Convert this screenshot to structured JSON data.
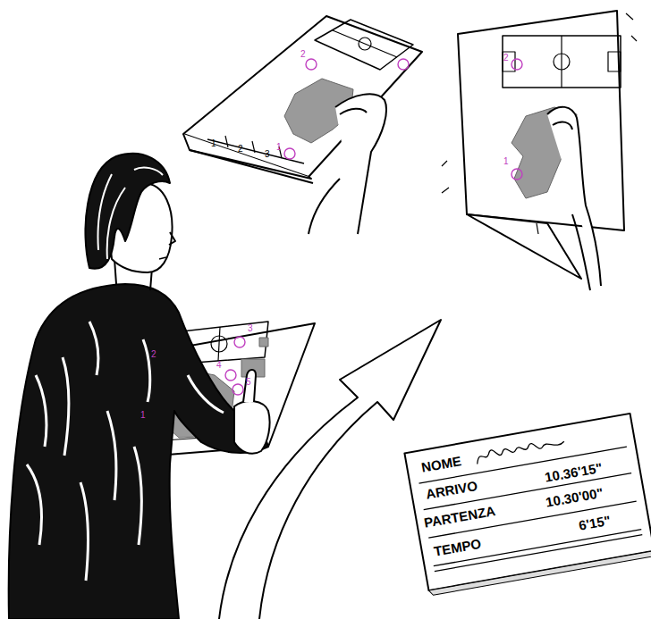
{
  "diagram": {
    "labels": [
      "2",
      "1",
      "1",
      "2",
      "3",
      "2",
      "1",
      "1",
      "2",
      "3",
      "4",
      "5",
      "NOME",
      "ARRIVO",
      "10.36'15\"",
      "PARTENZA",
      "10.30'00\"",
      "TEMPO",
      "6'15\""
    ]
  }
}
